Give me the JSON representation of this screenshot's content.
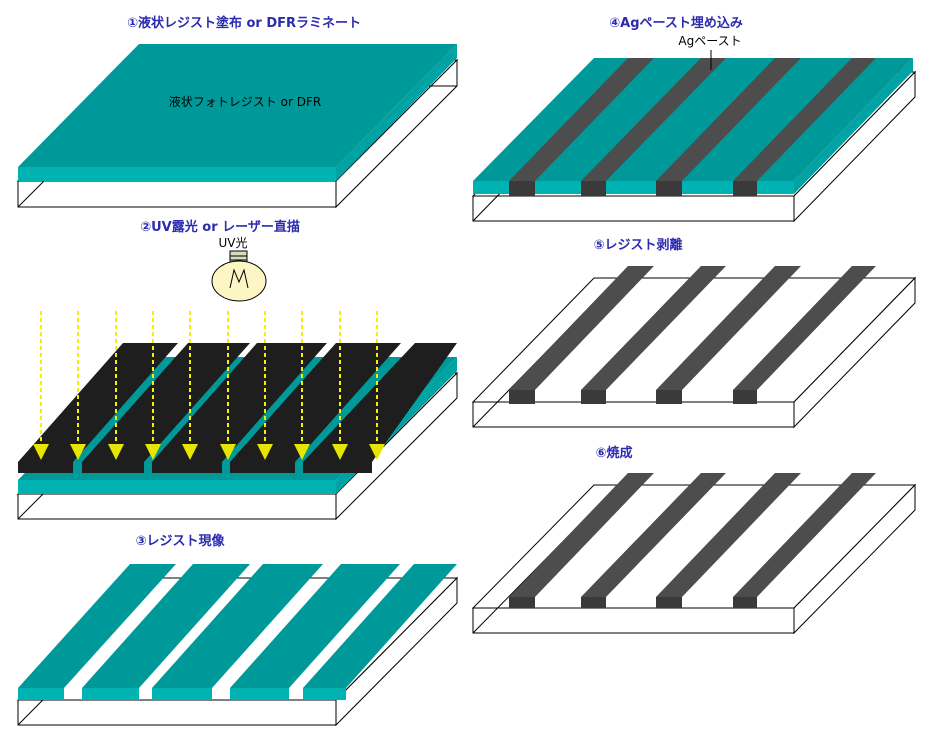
{
  "steps": [
    {
      "title": "①液状レジスト塗布 or DFRラミネート",
      "label": "液状フォトレジスト or DFR"
    },
    {
      "title": "②UV露光 or レーザー直描",
      "label": "UV光"
    },
    {
      "title": "③レジスト現像"
    },
    {
      "title": "④Agペースト埋め込み",
      "label": "Agペースト"
    },
    {
      "title": "⑤レジスト剥離"
    },
    {
      "title": "⑥焼成"
    }
  ],
  "colors": {
    "title": "#2b2bb0",
    "resist_top": "#009999",
    "resist_front": "#00b3b3",
    "mask": "#1e1e1e",
    "silver": "#4d4d4d",
    "silver_front": "#3a3a3a",
    "arrow": "#f2f200",
    "bulb": "#fbf6c4"
  }
}
